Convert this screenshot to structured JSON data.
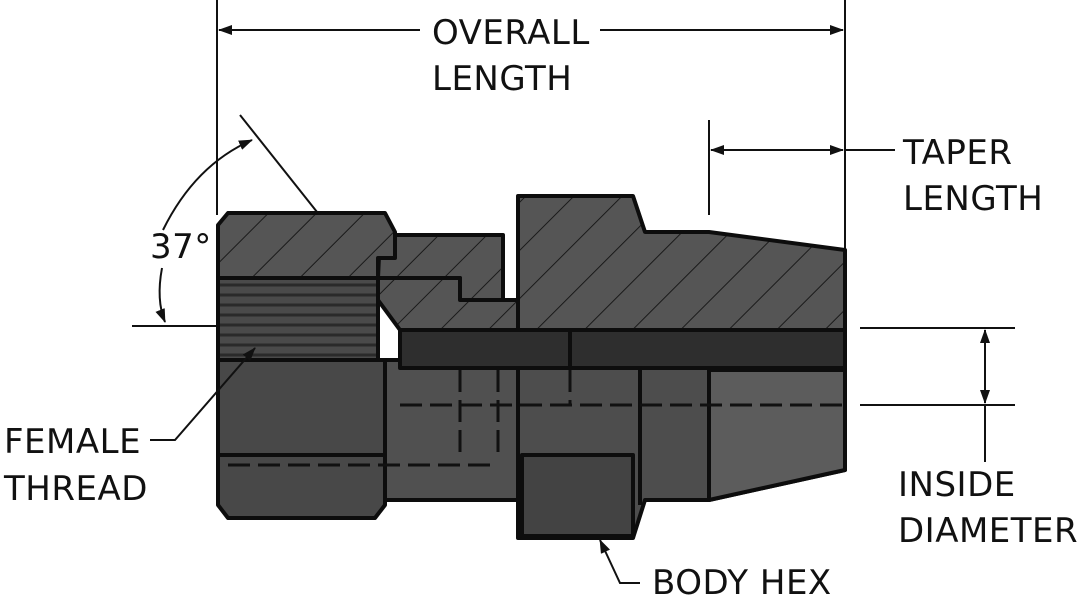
{
  "labels": {
    "overall_length_1": "OVERALL",
    "overall_length_2": "LENGTH",
    "taper_length_1": "TAPER",
    "taper_length_2": "LENGTH",
    "angle": "37°",
    "female_thread_1": "FEMALE",
    "female_thread_2": "THREAD",
    "inside_diameter_1": "INSIDE",
    "inside_diameter_2": "DIAMETER",
    "body_hex": "BODY HEX"
  },
  "colors": {
    "metal_dark": "#3f3f3f",
    "metal_mid": "#555555",
    "metal_light": "#6a6a6a",
    "outline": "#0d0d0d"
  }
}
